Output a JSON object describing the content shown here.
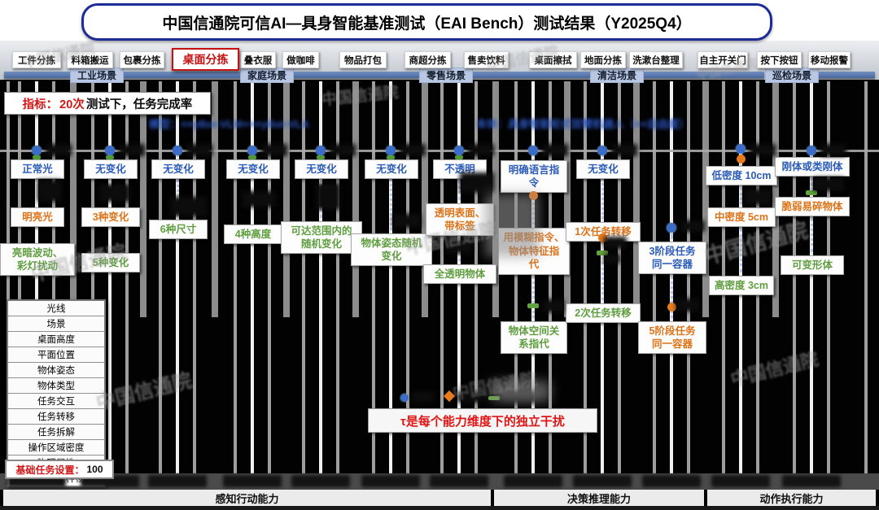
{
  "title": "中国信通院可信AI—具身智能基准测试（EAI Bench）测试结果（Y2025Q4）",
  "watermark": "中国信通院",
  "tabs": [
    {
      "label": "工件分拣",
      "active": false
    },
    {
      "label": "料箱搬运",
      "active": false
    },
    {
      "label": "包裹分拣",
      "active": false
    },
    {
      "label": "桌面分拣",
      "active": true
    },
    {
      "label": "叠衣服",
      "active": false
    },
    {
      "label": "做咖啡",
      "active": false
    },
    {
      "label": "物品打包",
      "active": false
    },
    {
      "label": "商超分拣",
      "active": false
    },
    {
      "label": "售卖饮料",
      "active": false
    },
    {
      "label": "桌面擦拭",
      "active": false
    },
    {
      "label": "地面分拣",
      "active": false
    },
    {
      "label": "洗漱台整理",
      "active": false
    },
    {
      "label": "自主开关门",
      "active": false
    },
    {
      "label": "按下按钮",
      "active": false
    },
    {
      "label": "移动报警",
      "active": false
    }
  ],
  "scene_groups": [
    "工业场景",
    "家庭场景",
    "零售场景",
    "清洁场景",
    "巡检场景"
  ],
  "metric": {
    "prefix": "指标：",
    "count": "20次",
    "suffix": "测试下，任务完成率"
  },
  "notes": {
    "model": "模型：××yBot-VLM+××yBot-VLA",
    "robot": "本体：具身智能轮式双臂机器人（××自由度）"
  },
  "tracks": [
    {
      "boxes": [
        {
          "label": "正常光",
          "level": "base"
        },
        {
          "label": "明亮光",
          "level": "mid"
        },
        {
          "label": "亮暗波动、\n彩灯扰动",
          "level": "high"
        }
      ]
    },
    {
      "boxes": [
        {
          "label": "无变化",
          "level": "base"
        },
        {
          "label": "3种变化",
          "level": "mid"
        },
        {
          "label": "5种变化",
          "level": "high"
        }
      ]
    },
    {
      "boxes": [
        {
          "label": "无变化",
          "level": "base"
        },
        {
          "label": "6种尺寸",
          "level": "high"
        }
      ]
    },
    {
      "boxes": [
        {
          "label": "无变化",
          "level": "base"
        },
        {
          "label": "4种高度",
          "level": "high"
        }
      ]
    },
    {
      "boxes": [
        {
          "label": "无变化",
          "level": "base"
        },
        {
          "label": "可达范围内的\n随机变化",
          "level": "high"
        }
      ]
    },
    {
      "boxes": [
        {
          "label": "无变化",
          "level": "base"
        },
        {
          "label": "物体姿态随机\n变化",
          "level": "high"
        }
      ]
    },
    {
      "boxes": [
        {
          "label": "不透明",
          "level": "base"
        },
        {
          "label": "透明表面、\n带标签",
          "level": "mid"
        },
        {
          "label": "全透明物体",
          "level": "high"
        }
      ]
    },
    {
      "boxes": [
        {
          "label": "明确语言指\n令",
          "level": "base"
        },
        {
          "label": "用模糊指令、\n物体特征指\n代",
          "level": "mid"
        },
        {
          "label": "物体空间关\n系指代",
          "level": "high"
        }
      ]
    },
    {
      "boxes": [
        {
          "label": "无变化",
          "level": "base"
        },
        {
          "label": "1次任务转移",
          "level": "mid"
        },
        {
          "label": "2次任务转移",
          "level": "high"
        }
      ]
    },
    {
      "boxes": [
        {
          "label": "3阶段任务\n同一容器",
          "level": "base"
        },
        {
          "label": "5阶段任务\n同一容器",
          "level": "mid"
        }
      ]
    },
    {
      "boxes": [
        {
          "label": "低密度 10cm",
          "level": "base"
        },
        {
          "label": "中密度 5cm",
          "level": "mid"
        },
        {
          "label": "高密度 3cm",
          "level": "high"
        }
      ]
    },
    {
      "boxes": [
        {
          "label": "刚体或类刚体",
          "level": "base"
        },
        {
          "label": "脆弱易碎物体",
          "level": "mid"
        },
        {
          "label": "可变形体",
          "level": "high"
        }
      ]
    }
  ],
  "dimension_list": [
    "光线",
    "场景",
    "桌面高度",
    "平面位置",
    "物体姿态",
    "物体类型",
    "任务交互",
    "任务转移",
    "任务拆解",
    "操作区域密度",
    "物理属性",
    "桌面上有三种物品"
  ],
  "base_task": {
    "label": "基础任务设置：",
    "value": "100"
  },
  "legend": {
    "note": "τ是每个能力维度下的独立干扰"
  },
  "footer_sections": [
    "感知行动能力",
    "决策推理能力",
    "动作执行能力"
  ],
  "colors": {
    "accent_red": "#c41212",
    "level_base_blue": "#2b5cb8",
    "level_mid_orange": "#dd7318",
    "level_high_green": "#5f9e3e",
    "node_blue": "#3a6cc8",
    "node_orange": "#e57a1e",
    "node_green": "#61a43f",
    "scene_bar_blue": "#47689f",
    "title_border_navy": "#1d2b96"
  }
}
